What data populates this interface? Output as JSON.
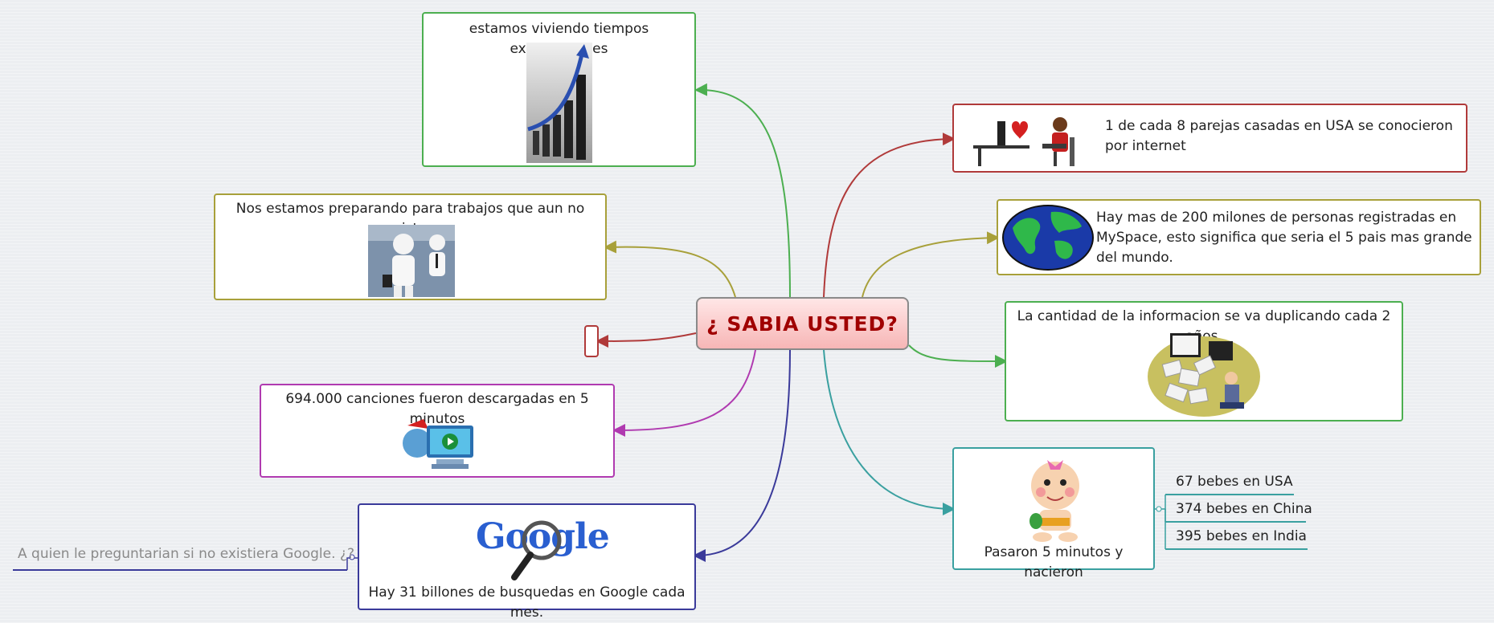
{
  "center": {
    "title": "¿ SABIA USTED?"
  },
  "nodes": {
    "exponential": {
      "text": "estamos viviendo tiempos exponenciales",
      "color": "#4caf50"
    },
    "jobs": {
      "text": "Nos estamos preparando para trabajos que aun no existen",
      "color": "#a8a03a"
    },
    "songs": {
      "text": "694.000 canciones fueron descargadas en 5 minutos",
      "color": "#b03ab0"
    },
    "google": {
      "text": "Hay 31 billones de busquedas en Google cada mes.",
      "color": "#3a3a9a",
      "logo": "Google"
    },
    "google_question": {
      "text": "A quien le preguntarian si no existiera Google. ¿?"
    },
    "couples": {
      "text": "1 de cada 8 parejas casadas en USA se conocieron por internet",
      "color": "#b03a3a"
    },
    "myspace": {
      "text": "Hay mas de 200 milones de personas registradas en MySpace, esto significa que seria el 5 pais mas grande del mundo.",
      "color": "#a8a03a"
    },
    "information": {
      "text": "La cantidad de la informacion se va duplicando cada 2 años.",
      "color": "#4caf50"
    },
    "babies": {
      "text": "Pasaron 5 minutos y nacieron",
      "color": "#3aa0a0",
      "items": [
        "67 bebes en USA",
        "374 bebes en China",
        "395 bebes en India"
      ]
    }
  }
}
